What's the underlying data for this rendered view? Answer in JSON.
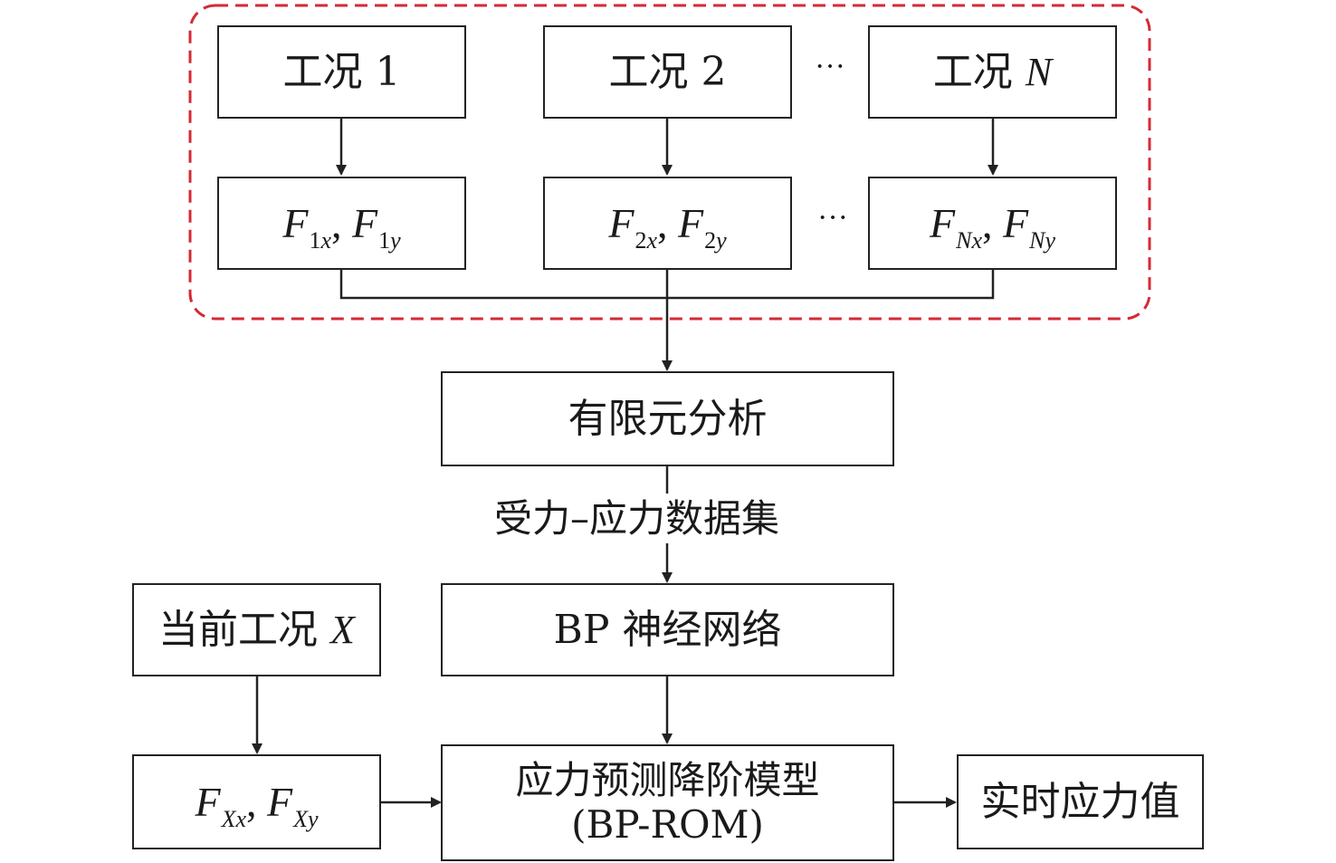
{
  "conditions": [
    {
      "label_prefix": "工况 ",
      "label_var": "1",
      "force_a": "F",
      "sub_a": "1x",
      "force_b": "F",
      "sub_b": "1y"
    },
    {
      "label_prefix": "工况 ",
      "label_var": "2",
      "force_a": "F",
      "sub_a": "2x",
      "force_b": "F",
      "sub_b": "2y"
    },
    {
      "label_prefix": "工况 ",
      "label_var": "N",
      "force_a": "F",
      "sub_a": "Nx",
      "force_b": "F",
      "sub_b": "Ny"
    }
  ],
  "ellipsis": "···",
  "fea": "有限元分析",
  "dataset": "受力–应力数据集",
  "bp_network": "BP 神经网络",
  "current": {
    "label_prefix": "当前工况 ",
    "label_var": "X",
    "force_a": "F",
    "sub_a": "Xx",
    "force_b": "F",
    "sub_b": "Xy"
  },
  "rom": {
    "line1": "应力预测降阶模型",
    "line2": "(BP-ROM)"
  },
  "output": "实时应力值",
  "colors": {
    "dashed_frame": "#d42a35",
    "stroke": "#222222"
  }
}
